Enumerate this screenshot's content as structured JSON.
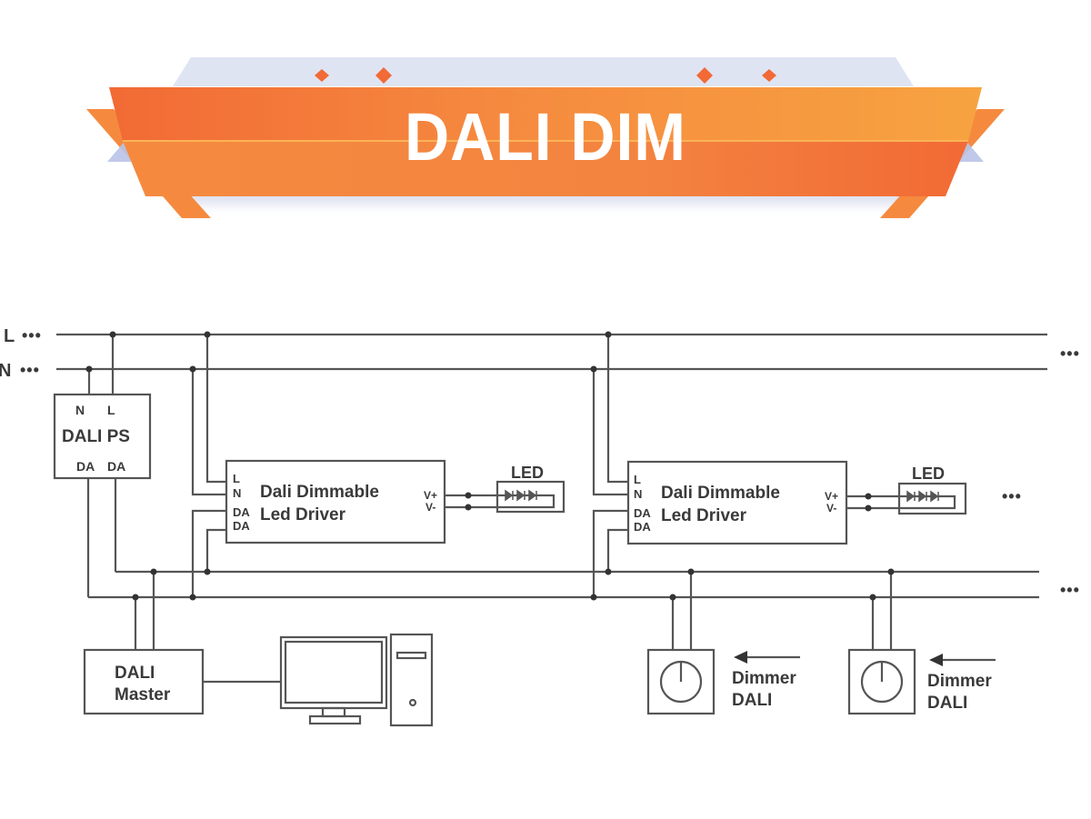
{
  "banner": {
    "title": "DALI DIM",
    "colors": {
      "primary": "#f26a35",
      "secondary": "#f7a341",
      "accent_light": "#dfe4f3",
      "accent_blue": "#b9c3e8"
    }
  },
  "diagram": {
    "line_color": "#555555",
    "text_color": "#3a3a3a",
    "mains": {
      "line_label": "L",
      "neutral_label": "N",
      "continuation": "•••"
    },
    "power_supply": {
      "terminal_n": "N",
      "terminal_l": "L",
      "title": "DALI PS",
      "terminal_da1": "DA",
      "terminal_da2": "DA"
    },
    "drivers": [
      {
        "title_line1": "Dali Dimmable",
        "title_line2": "Led Driver",
        "terminals_in": [
          "L",
          "N",
          "DA",
          "DA"
        ],
        "terminals_out": [
          "V+",
          "V-"
        ],
        "load_label": "LED"
      },
      {
        "title_line1": "Dali Dimmable",
        "title_line2": "Led Driver",
        "terminals_in": [
          "L",
          "N",
          "DA",
          "DA"
        ],
        "terminals_out": [
          "V+",
          "V-"
        ],
        "load_label": "LED"
      }
    ],
    "driver_continuation": "•••",
    "bus_continuation": "•••",
    "master": {
      "line1": "DALI",
      "line2": "Master"
    },
    "computer": {
      "label": "computer"
    },
    "dimmers": [
      {
        "line1": "Dimmer",
        "line2": "DALI"
      },
      {
        "line1": "Dimmer",
        "line2": "DALI"
      }
    ]
  }
}
